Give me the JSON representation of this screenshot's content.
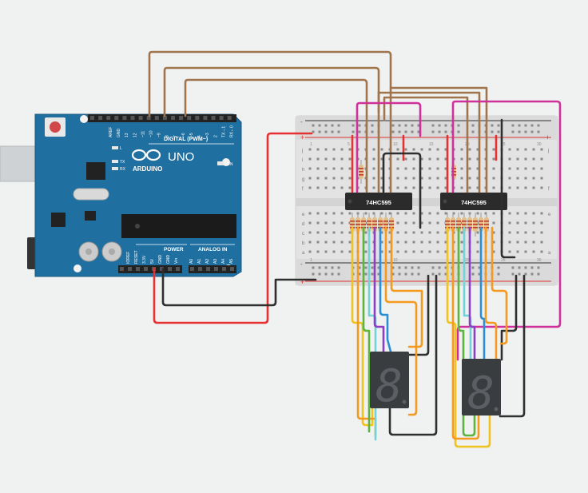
{
  "arduino": {
    "logo_text": "ARDUINO",
    "model": "UNO",
    "digital_label": "DIGITAL (PWM~)",
    "power_label": "POWER",
    "analog_label": "ANALOG IN",
    "on_label": "ON",
    "tx_label": "TX",
    "rx_label": "RX",
    "l_label": "L",
    "top_pins": [
      "AREF",
      "GND",
      "13",
      "12",
      "~11",
      "~10",
      "~9",
      "8",
      "7",
      "~6",
      "~5",
      "4",
      "~3",
      "2",
      "TX→1",
      "RX←0"
    ],
    "power_pins": [
      "IOREF",
      "RESET",
      "3.3V",
      "5V",
      "GND",
      "GND",
      "Vin"
    ],
    "analog_pins": [
      "A0",
      "A1",
      "A2",
      "A3",
      "A4",
      "A5"
    ]
  },
  "breadboard": {
    "row_letters_top": [
      "j",
      "i",
      "h",
      "g",
      "f"
    ],
    "row_letters_bottom": [
      "e",
      "d",
      "c",
      "b",
      "a"
    ],
    "column_numbers": [
      "1",
      "5",
      "10",
      "15",
      "20",
      "25",
      "30"
    ],
    "rail_plus": "+",
    "rail_minus": "-"
  },
  "chips": [
    {
      "label": "74HC595"
    },
    {
      "label": "74HC595"
    }
  ],
  "displays": [
    {
      "digit": "8"
    },
    {
      "digit": "8"
    }
  ],
  "colors": {
    "board": "#1f6fa0",
    "wire_red": "#e53131",
    "wire_black": "#2f2f2f",
    "wire_brown": "#a0744d",
    "wire_magenta": "#d0309a",
    "wire_orange": "#f39a1f",
    "wire_yellow": "#f2c21d",
    "wire_green": "#5db53e",
    "wire_blue": "#2a8fd6",
    "wire_purple": "#8b3fc2",
    "wire_cyan": "#6fd3d8"
  }
}
